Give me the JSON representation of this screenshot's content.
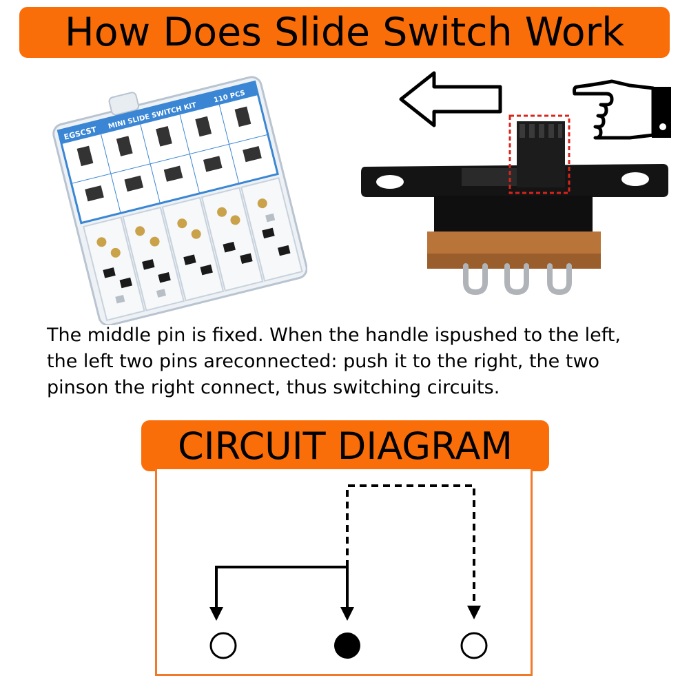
{
  "header": {
    "title": "How Does Slide Switch Work"
  },
  "product_box": {
    "brand": "EGSCST",
    "kit_label": "MINI SLIDE SWITCH KIT",
    "count_badge": "110 PCS"
  },
  "description": {
    "text": "The middle pin is fixed. When the handle ispushed to the left, the left two pins areconnected: push it to the right, the two pinson the right connect, thus switching circuits."
  },
  "circuit_section": {
    "title": "CIRCUIT DIAGRAM"
  },
  "colors": {
    "accent_orange": "#fa6e0a",
    "frame_orange": "#f07a2a",
    "highlight_red": "#d9241c",
    "switch_black": "#111111",
    "switch_base": "#b9743a"
  },
  "icons": [
    "left-arrow-icon",
    "pointing-hand-icon"
  ]
}
